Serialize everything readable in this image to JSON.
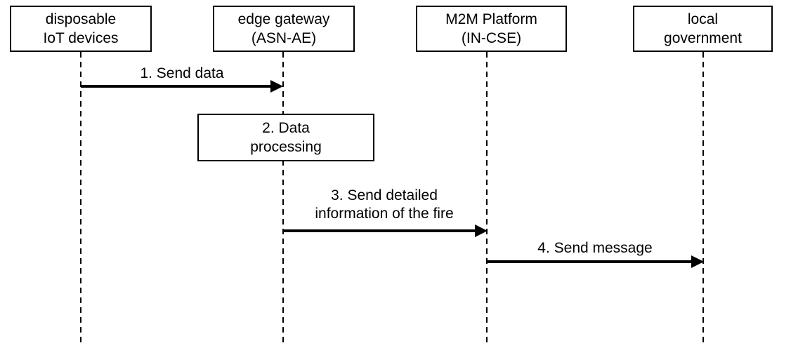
{
  "diagram": {
    "type": "sequence-diagram",
    "colors": {
      "background": "#ffffff",
      "line": "#000000",
      "text": "#000000"
    },
    "actors": [
      {
        "name": "disposable IoT devices",
        "line1": "disposable",
        "line2": "IoT devices"
      },
      {
        "name": "edge gateway (ASN-AE)",
        "line1": "edge gateway",
        "line2": "(ASN-AE)"
      },
      {
        "name": "M2M Platform (IN-CSE)",
        "line1": "M2M Platform",
        "line2": "(IN-CSE)"
      },
      {
        "name": "local government",
        "line1": "local",
        "line2": "government"
      }
    ],
    "steps": [
      {
        "type": "message",
        "label": "1. Send data",
        "from": "disposable IoT devices",
        "to": "edge gateway (ASN-AE)"
      },
      {
        "type": "process",
        "line1": "2. Data",
        "line2": "processing",
        "actor": "edge gateway (ASN-AE)"
      },
      {
        "type": "message",
        "line1": "3. Send detailed",
        "line2": "information of the fire",
        "from": "edge gateway (ASN-AE)",
        "to": "M2M Platform (IN-CSE)"
      },
      {
        "type": "message",
        "label": "4. Send message",
        "from": "M2M Platform (IN-CSE)",
        "to": "local government"
      }
    ]
  }
}
